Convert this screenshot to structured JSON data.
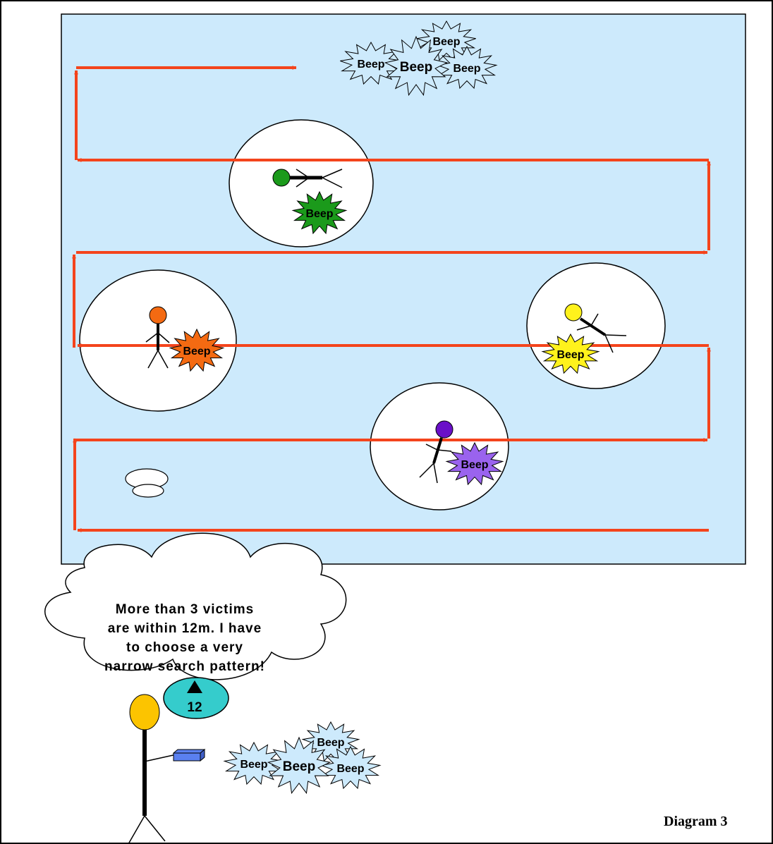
{
  "colors": {
    "search_area": "#cdeafc",
    "path": "#f4441c",
    "green_victim": "#1b9a1b",
    "orange_victim": "#f46a12",
    "yellow_victim": "#fff21c",
    "purple_victim": "#9a63ee",
    "purple_head": "#6a10c8",
    "rescuer_head": "#fcc400",
    "device": "#35cccc",
    "transceiver_box": "#5a80f0",
    "beep_light": "#cdeafc"
  },
  "beep_label": "Beep",
  "thought_lines": [
    "More than 3 victims",
    "are within 12m. I have",
    "to choose a very",
    "narrow search pattern!"
  ],
  "device_reading": "12",
  "device_arrow_icon": "up-triangle-icon",
  "caption": "Diagram 3"
}
